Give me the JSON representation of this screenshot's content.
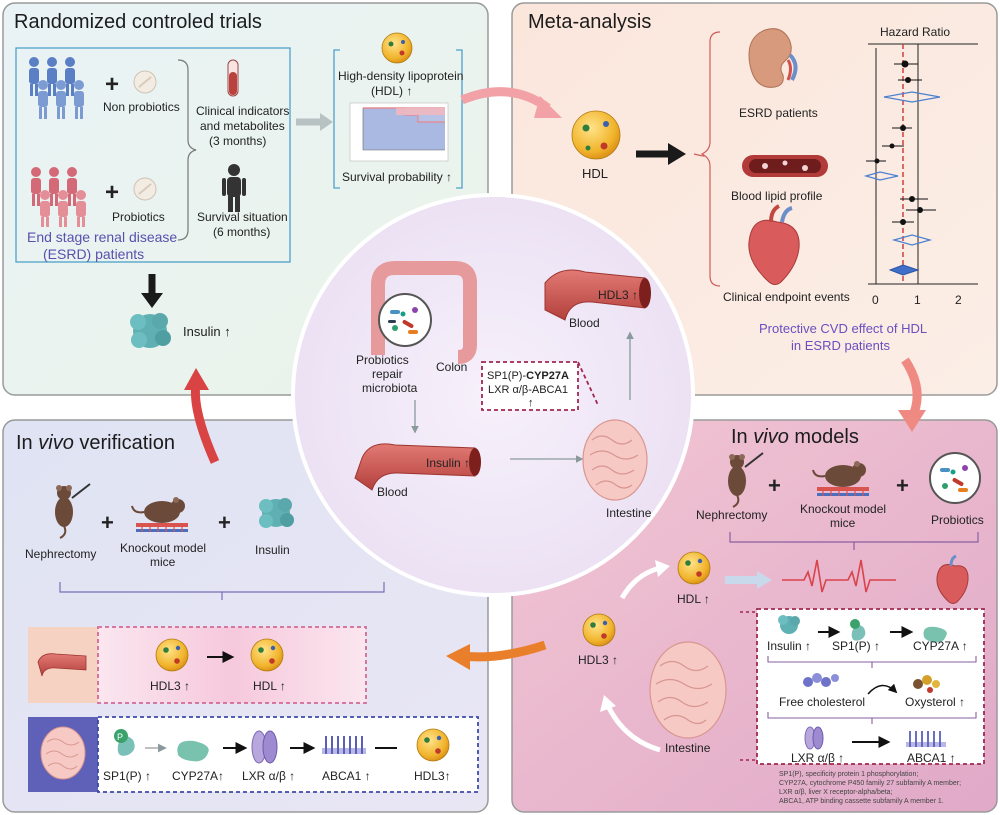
{
  "rct": {
    "title": "Randomized controled trials",
    "non_probiotics": "Non probiotics",
    "probiotics": "Probiotics",
    "esrd_line1": "End stage renal disease",
    "esrd_line2": "(ESRD) patients",
    "clinical_line1": "Clinical indicators",
    "clinical_line2": "and metabolites",
    "clinical_line3": "(3 months)",
    "survival_line1": "Survival situation",
    "survival_line2": "(6 months)",
    "hdl_line1": "High-density lipoprotein",
    "hdl_line2": "(HDL) ↑",
    "survival_prob": "Survival probability ↑",
    "insulin": "Insulin ↑"
  },
  "meta": {
    "title": "Meta-analysis",
    "hdl": "HDL",
    "esrd_patients": "ESRD patients",
    "blood_lipid": "Blood lipid profile",
    "clinical_endpoint": "Clinical endpoint events",
    "hazard_ratio": "Hazard Ratio",
    "axis_ticks": [
      "0",
      "1",
      "2"
    ],
    "protective_line1": "Protective CVD effect of HDL",
    "protective_line2": "in ESRD patients",
    "accent": "#6a4fc0"
  },
  "center": {
    "probiotics_line1": "Probiotics",
    "probiotics_line2": "repair",
    "probiotics_line3": "microbiota",
    "colon": "Colon",
    "blood_top": "Blood",
    "hdl3": "HDL3 ↑",
    "pathway_line1_a": "SP1(P)-",
    "pathway_line1_b": "CYP27A",
    "pathway_line2": "LXR α/β-ABCA1",
    "pathway_arrow": "↑",
    "insulin": "Insulin ↑",
    "blood_bottom": "Blood",
    "intestine": "Intestine"
  },
  "invivo_ver": {
    "title_pre": "In ",
    "title_ital": "vivo",
    "title_post": " verification",
    "nephrectomy": "Nephrectomy",
    "knockout_line1": "Knockout model",
    "knockout_line2": "mice",
    "insulin": "Insulin",
    "hdl3": "HDL3 ↑",
    "hdl": "HDL ↑",
    "sp1": "SP1(P) ↑",
    "cyp27a": "CYP27A↑",
    "lxr": "LXR α/β ↑",
    "abca1": "ABCA1 ↑",
    "hdl3_b": "HDL3↑",
    "p_badge": "P"
  },
  "invivo_models": {
    "title_pre": "In ",
    "title_ital": "vivo",
    "title_post": " models",
    "nephrectomy": "Nephrectomy",
    "knockout_line1": "Knockout model",
    "knockout_line2": "mice",
    "probiotics": "Probiotics",
    "hdl": "HDL ↑",
    "hdl3": "HDL3 ↑",
    "intestine": "Intestine",
    "insulin": "Insulin ↑",
    "sp1": "SP1(P) ↑",
    "cyp27a": "CYP27A ↑",
    "free_chol": "Free cholesterol",
    "oxysterol": "Oxysterol ↑",
    "lxr": "LXR α/β ↑",
    "abca1": "ABCA1 ↑",
    "footnote": [
      "SP1(P), specificity protein 1 phosphorylation;",
      "CYP27A, cytochrome P450 family 27 subfamily A member;",
      "LXR α/β, liver X receptor-alpha/beta;",
      "ABCA1, ATP binding cassette subfamily A member 1."
    ]
  }
}
